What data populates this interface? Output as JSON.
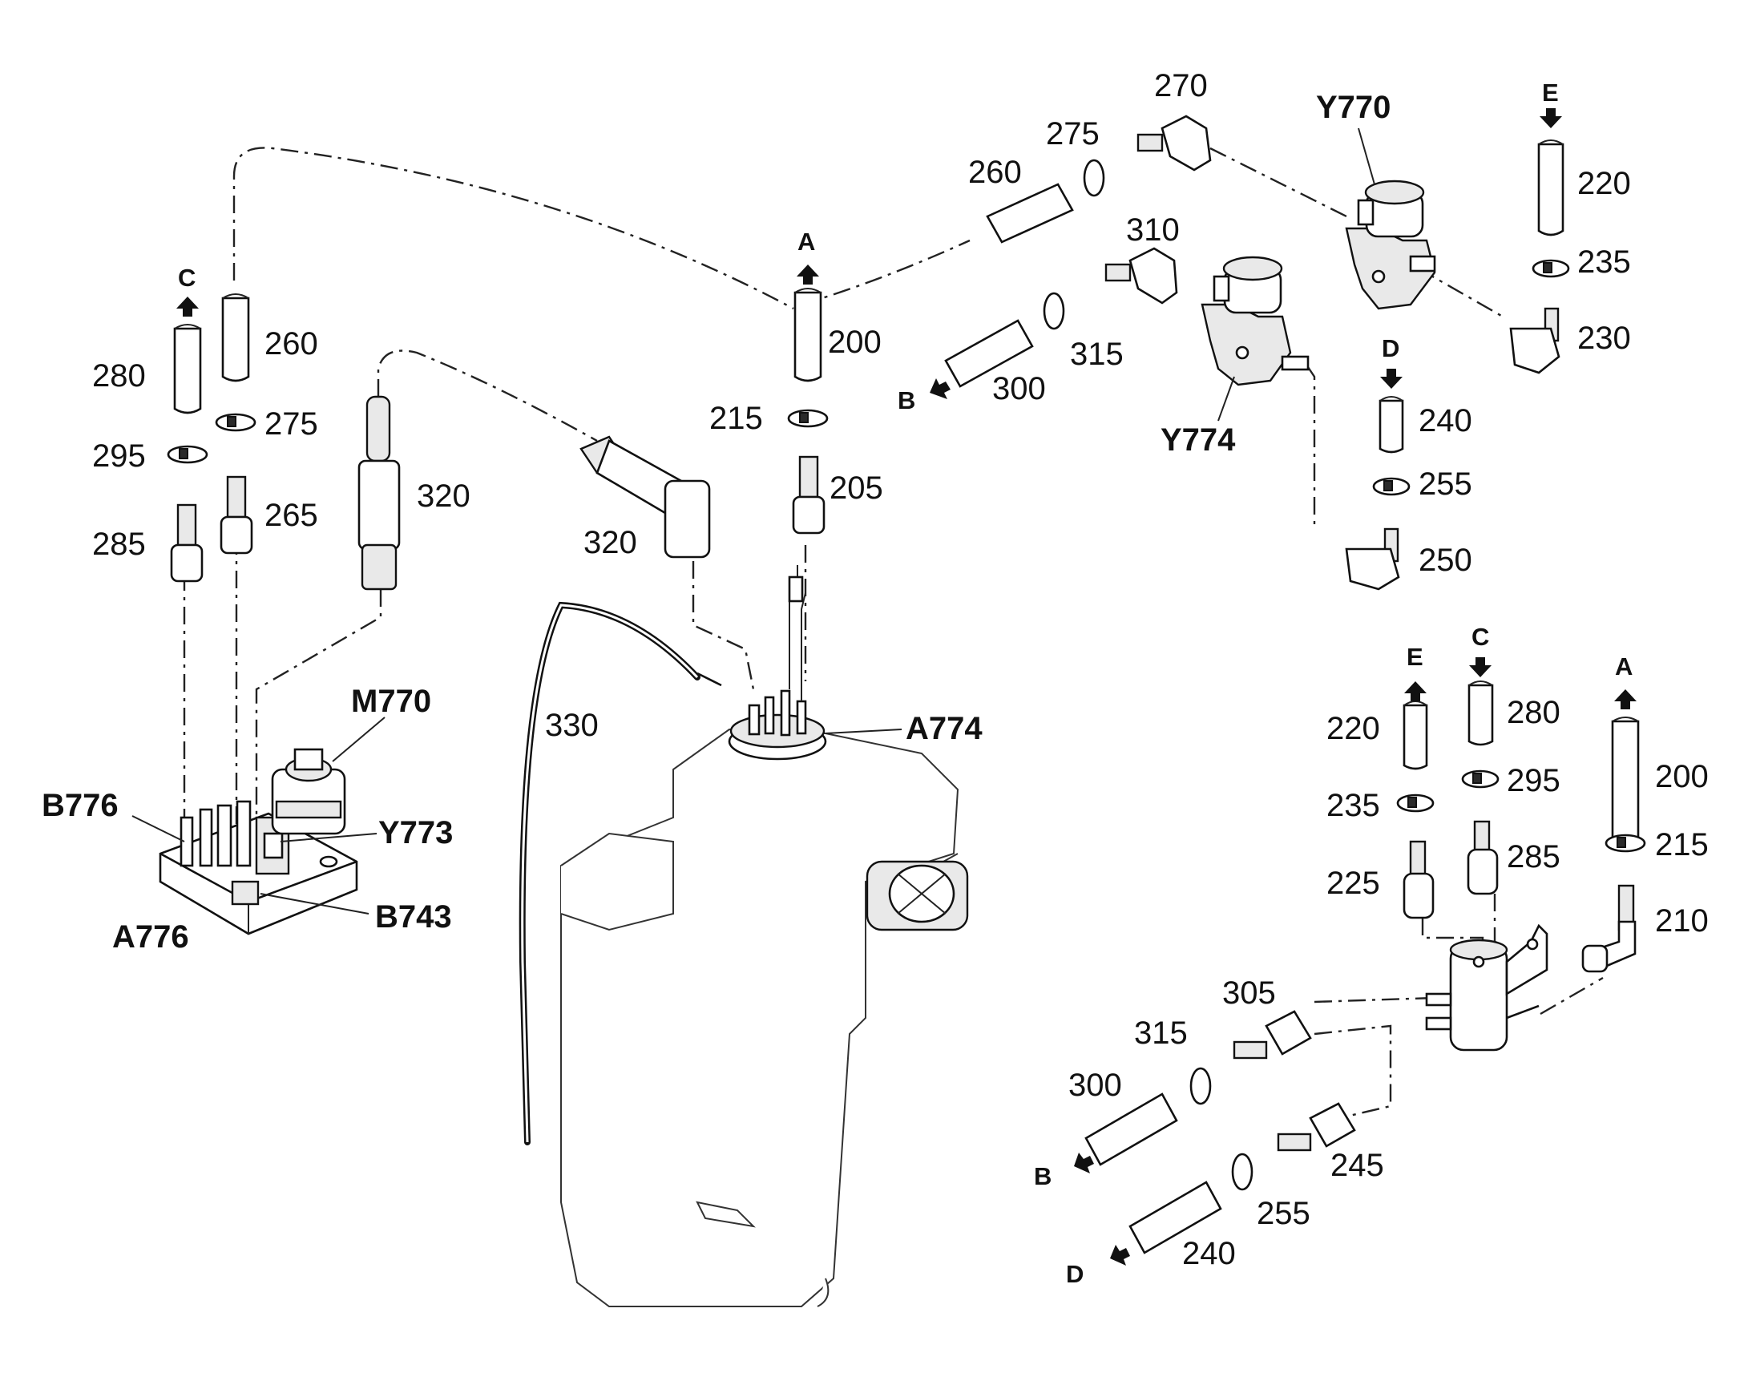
{
  "diagram": {
    "components": {
      "A776": "A776",
      "B776": "B776",
      "B743": "B743",
      "Y773": "Y773",
      "M770": "M770",
      "A774": "A774",
      "Y770": "Y770",
      "Y774": "Y774"
    },
    "connectors": {
      "A_top": "A",
      "A_right": "A",
      "B_top": "B",
      "B_bottom": "B",
      "C_left": "C",
      "C_right": "C",
      "D_top": "D",
      "D_bottom": "D",
      "E_top": "E",
      "E_right": "E"
    },
    "parts": {
      "p280": "280",
      "p260_left": "260",
      "p295_left": "295",
      "p275_left": "275",
      "p285_left": "285",
      "p265": "265",
      "p320_left": "320",
      "p320_mid": "320",
      "p200_top": "200",
      "p215_top": "215",
      "p205": "205",
      "p330": "330",
      "p260_top": "260",
      "p275_top": "275",
      "p270": "270",
      "p310": "310",
      "p315_top": "315",
      "p300_top": "300",
      "p220_top": "220",
      "p235_top": "235",
      "p230": "230",
      "p240_top": "240",
      "p255_top": "255",
      "p250": "250",
      "p220_right": "220",
      "p235_right": "235",
      "p225": "225",
      "p280_right": "280",
      "p295_right": "295",
      "p285_right": "285",
      "p200_right": "200",
      "p215_right": "215",
      "p210": "210",
      "p305": "305",
      "p315_bottom": "315",
      "p300_bottom": "300",
      "p245": "245",
      "p255_bottom": "255",
      "p240_bottom": "240"
    }
  }
}
